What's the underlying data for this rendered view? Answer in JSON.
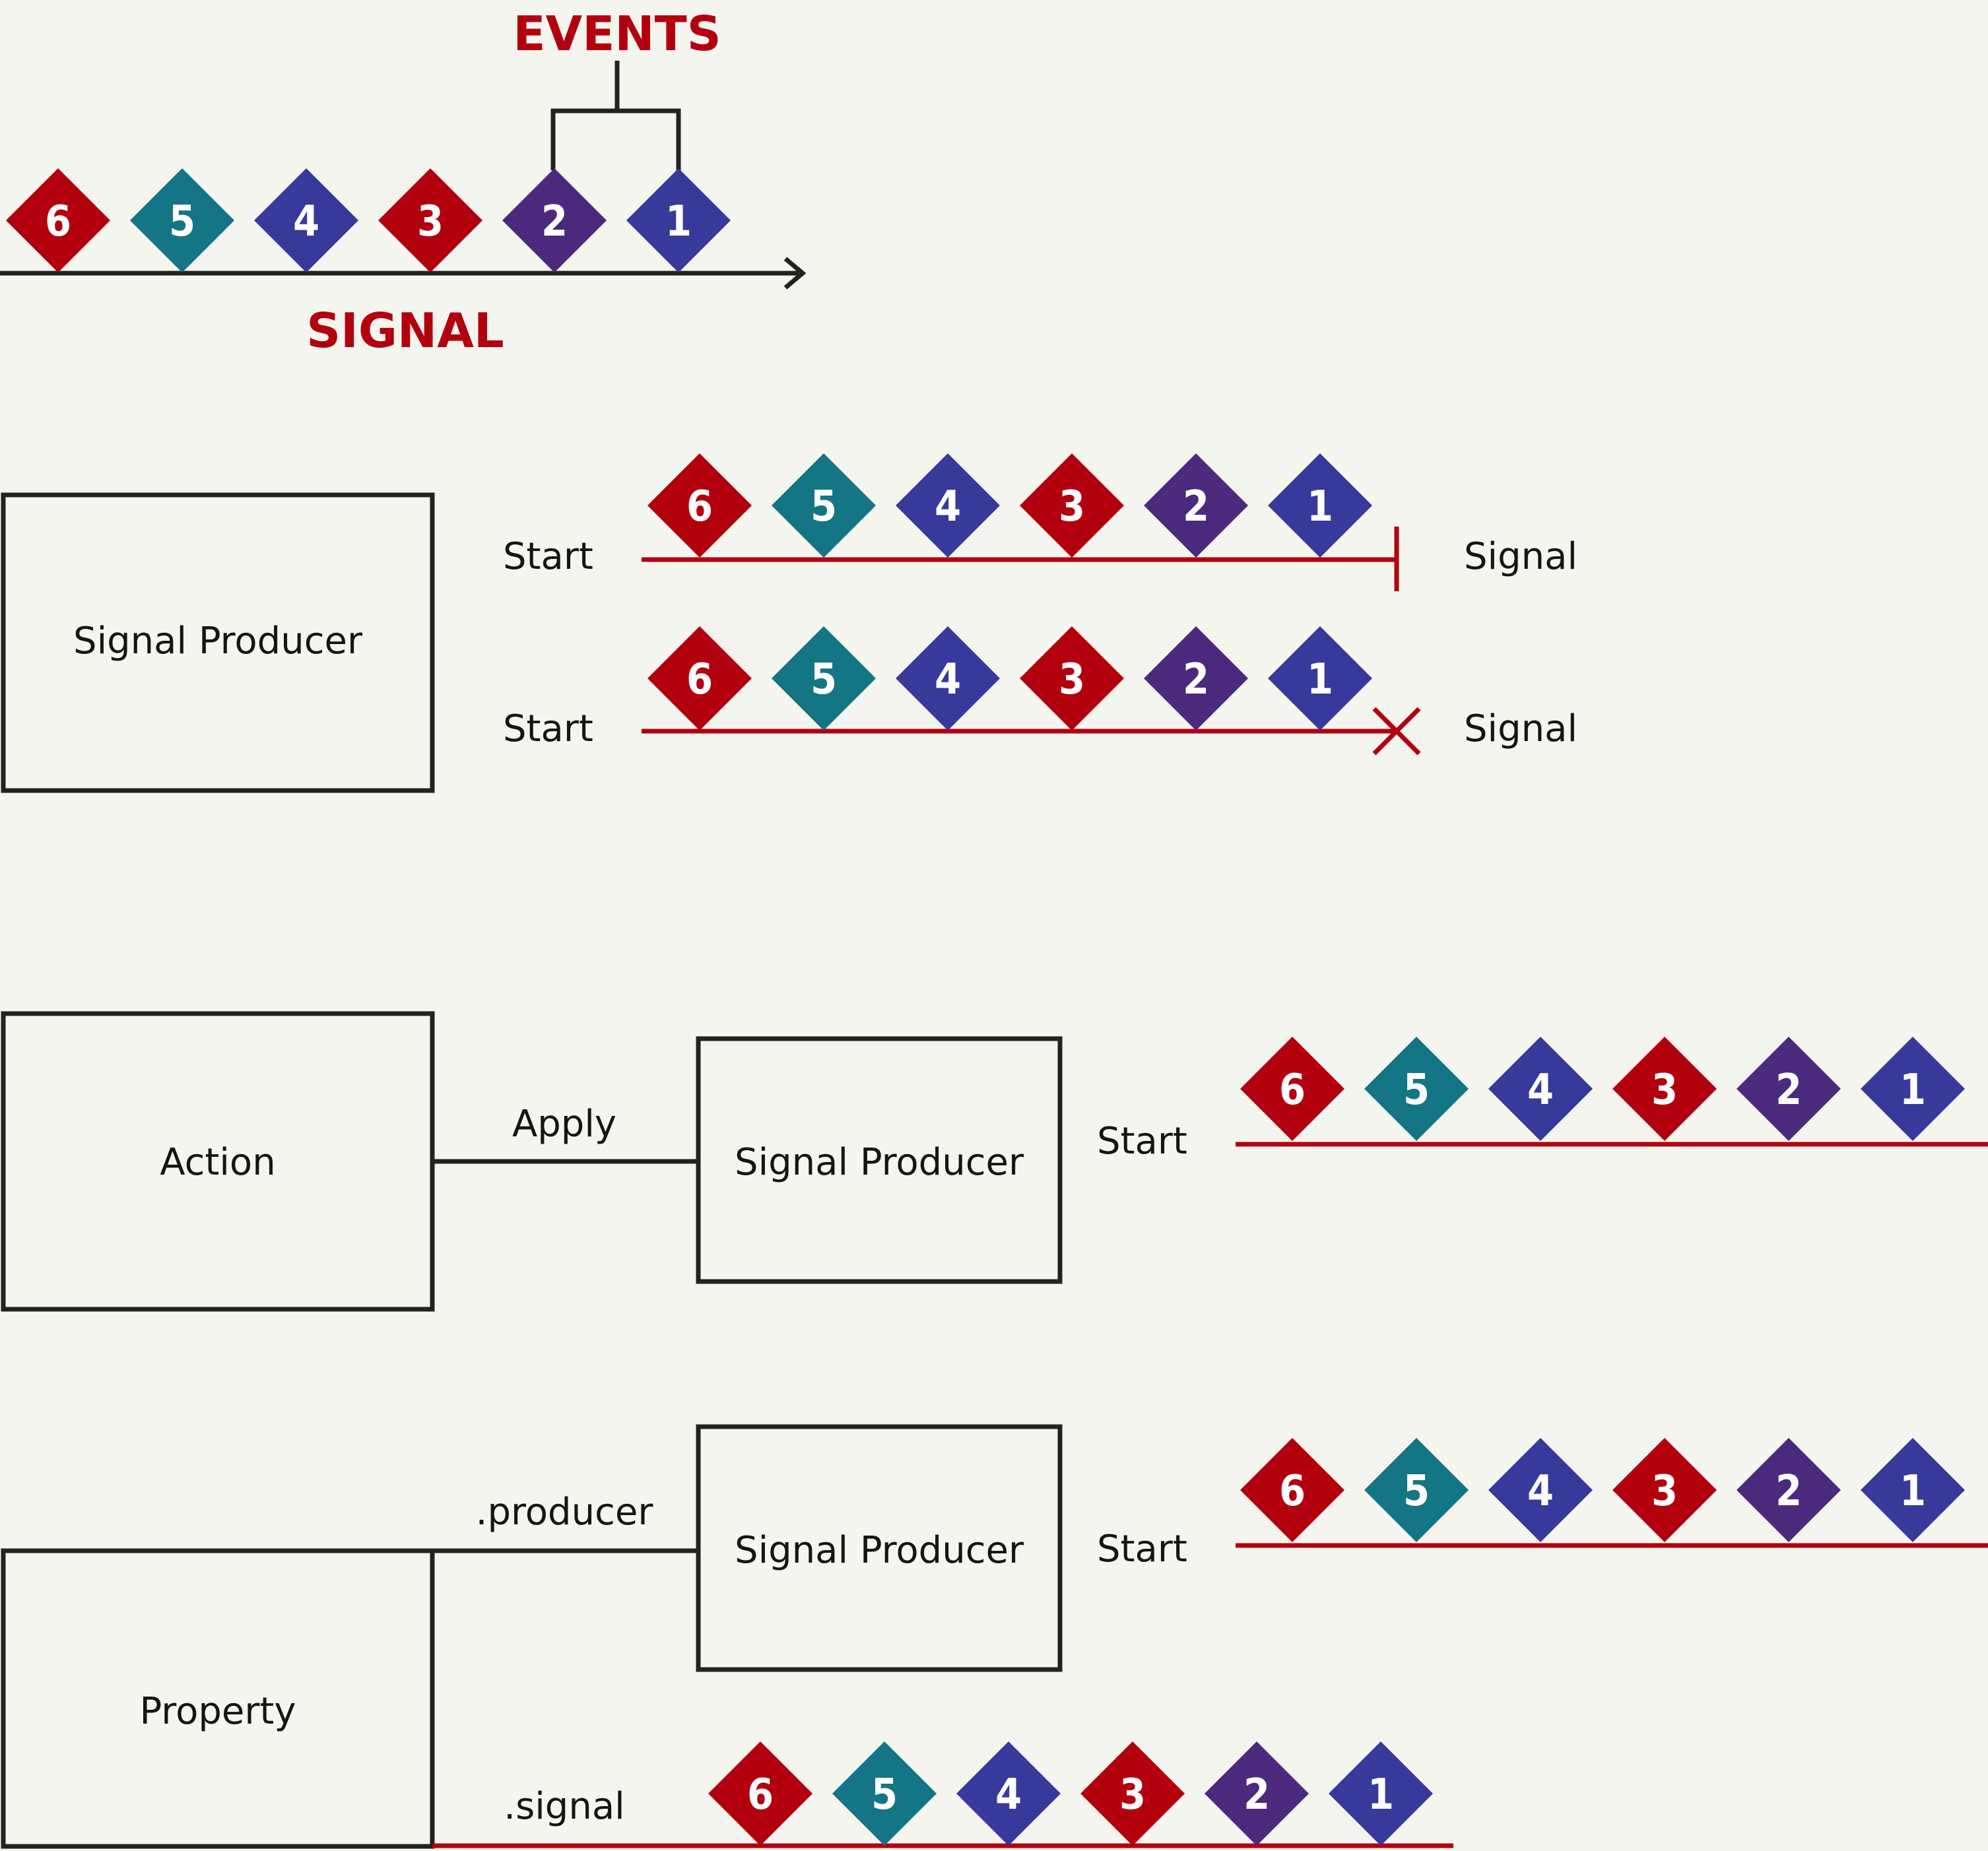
{
  "colors": {
    "background": "#f5f5f0",
    "ink": "#222222",
    "signal_line": "#b3000f",
    "event_6": "#b3000f",
    "event_5": "#147585",
    "event_4": "#37399b",
    "event_3": "#b3000f",
    "event_2": "#4b2a7d",
    "event_1": "#37399b"
  },
  "event_numbers": [
    "6",
    "5",
    "4",
    "3",
    "2",
    "1"
  ],
  "legend": {
    "events_label": "EVENTS",
    "signal_label": "SIGNAL"
  },
  "producer_section": {
    "box_label": "Signal Producer",
    "start_label_1": "Start",
    "end_label_1": "Signal",
    "start_label_2": "Start",
    "end_label_2": "Signal"
  },
  "action_section": {
    "box_label": "Action",
    "connector_label": "Apply",
    "producer_label": "Signal Producer",
    "start_label": "Start"
  },
  "property_section": {
    "box_label": "Property",
    "producer_connector_label": ".producer",
    "producer_label": "Signal Producer",
    "start_label": "Start",
    "signal_connector_label": ".signal"
  }
}
